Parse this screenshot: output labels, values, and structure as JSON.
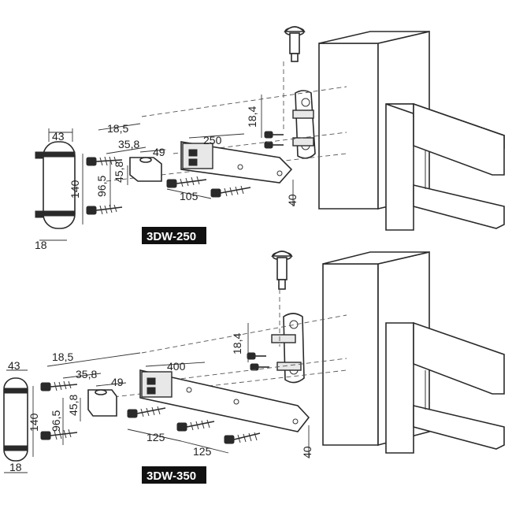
{
  "diagrams": [
    {
      "model": "3DW-250",
      "dims": {
        "width_43": "43",
        "height_140": "140",
        "depth_18": "18",
        "offset_18_5": "18,5",
        "d_35_8": "35,8",
        "d_49": "49",
        "d_96_5": "96,5",
        "d_45_8": "45,8",
        "arm_length": "250",
        "hole_spacing": "105",
        "d_18_4": "18,4",
        "arm_height": "40"
      }
    },
    {
      "model": "3DW-350",
      "dims": {
        "width_43": "43",
        "height_140": "140",
        "depth_18": "18",
        "offset_18_5": "18,5",
        "d_35_8": "35,8",
        "d_49": "49",
        "d_96_5": "96,5",
        "d_45_8": "45,8",
        "arm_length": "400",
        "hole_spacing_1": "125",
        "hole_spacing_2": "125",
        "d_18_4": "18,4",
        "arm_height": "40"
      }
    }
  ]
}
